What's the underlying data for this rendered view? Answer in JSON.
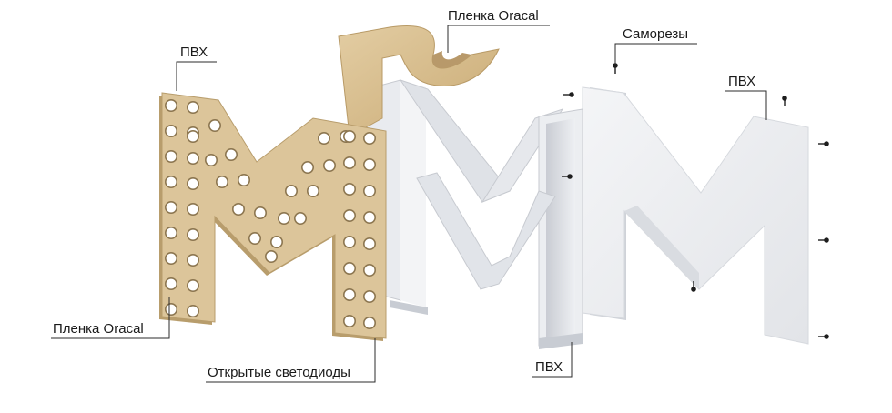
{
  "labels": {
    "oracal_top": "Пленка Oracal",
    "screws": "Саморезы",
    "pvc_left": "ПВХ",
    "pvc_right": "ПВХ",
    "oracal_left": "Пленка Oracal",
    "leds": "Открытые светодиоды",
    "pvc_bottom": "ПВХ"
  },
  "colors": {
    "front_panel": "#dcc59a",
    "front_panel_edge": "#b89d6c",
    "oracal_film": "#d9bf8f",
    "side_wall": "#e6e8ec",
    "side_wall_inner": "#c4c8d0",
    "back_panel": "#eceef1",
    "back_panel_edge": "#c9ccd2",
    "led_white": "#ffffff",
    "led_ring": "#8c7650",
    "screw": "#1e1e1e"
  }
}
